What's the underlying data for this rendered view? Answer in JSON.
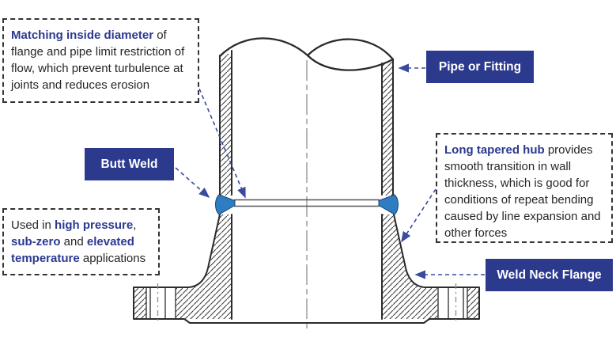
{
  "colors": {
    "navy_box_bg": "#2c3a8e",
    "navy_text": "#2b3990",
    "weld_blue": "#2e7cc2",
    "line_ink": "#2b2b2b",
    "arrow_navy": "#3a4a9f"
  },
  "labels": {
    "pipe_or_fitting": "Pipe or Fitting",
    "butt_weld": "Butt Weld",
    "weld_neck_flange": "Weld Neck Flange"
  },
  "callouts": {
    "matching_inside_diameter": {
      "segments": [
        {
          "text": "Matching inside diameter",
          "bold": true
        },
        {
          "text": " of flange and pipe limit restriction of flow, which prevent turbulence at joints and reduces erosion",
          "bold": false
        }
      ]
    },
    "long_tapered_hub": {
      "segments": [
        {
          "text": "Long tapered hub",
          "bold": true
        },
        {
          "text": " provides smooth transition in wall thickness, which is good for conditions of repeat bending caused by line expansion and other forces",
          "bold": false
        }
      ]
    },
    "applications": {
      "segments": [
        {
          "text": "Used in ",
          "bold": false
        },
        {
          "text": "high pressure",
          "bold": true
        },
        {
          "text": ", ",
          "bold": false
        },
        {
          "text": "sub-zero",
          "bold": true
        },
        {
          "text": " and ",
          "bold": false
        },
        {
          "text": "elevated temperature",
          "bold": true
        },
        {
          "text": " applications",
          "bold": false
        }
      ]
    }
  }
}
